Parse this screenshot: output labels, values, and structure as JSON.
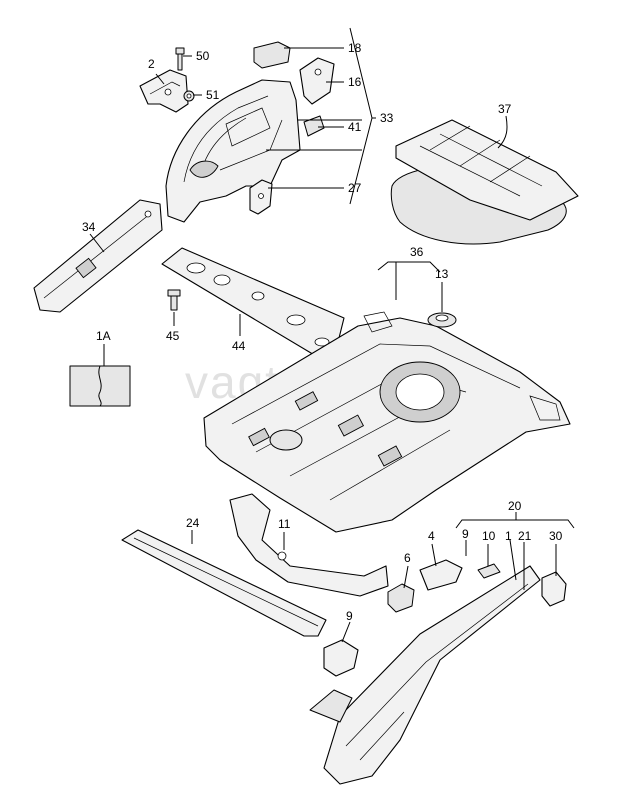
{
  "watermark": "vagtec.ru",
  "callouts": {
    "p2": "2",
    "p50": "50",
    "p51": "51",
    "p18": "18",
    "p16": "16",
    "p41": "41",
    "p33": "33",
    "p27": "27",
    "p37": "37",
    "p34": "34",
    "p36": "36",
    "p13": "13",
    "p45": "45",
    "p44": "44",
    "p1A": "1A",
    "p20": "20",
    "p24": "24",
    "p11": "11",
    "p9a": "9",
    "p10": "10",
    "p1": "1",
    "p21": "21",
    "p30": "30",
    "p6": "6",
    "p4": "4",
    "p9b": "9"
  }
}
